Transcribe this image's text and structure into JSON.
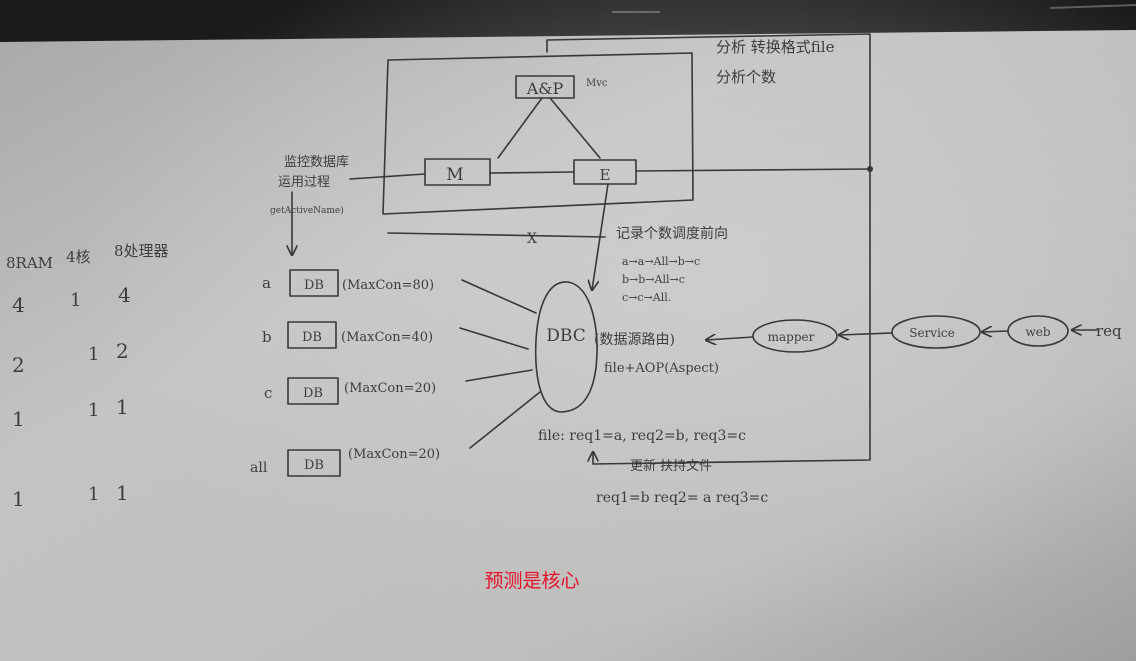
{
  "diagram": {
    "top_node": {
      "label": "A&P",
      "annotation": "Mvc"
    },
    "left_node": {
      "label": "M"
    },
    "right_node": {
      "label": "E"
    },
    "top_right_note": [
      "分析 转换格式file",
      "分析个数"
    ],
    "left_note": [
      "监控数据库",
      "运用过程"
    ],
    "left_note_call": "getActiveName)",
    "mid_note": "记录个数调度前向",
    "rules": [
      "a→a→All→b→c",
      "b→b→All→c",
      "c→c→All."
    ],
    "cross_mark": "X",
    "databases": [
      {
        "name": "a",
        "label": "DB",
        "conn": "(MaxCon=80)"
      },
      {
        "name": "b",
        "label": "DB",
        "conn": "(MaxCon=40)"
      },
      {
        "name": "c",
        "label": "DB",
        "conn": "(MaxCon=20)"
      },
      {
        "name": "all",
        "label": "DB",
        "conn": "(MaxCon=20)"
      }
    ],
    "dbc": {
      "label": "DBC",
      "note": "(数据源路由)",
      "note2": "file+AOP(Aspect)"
    },
    "pipeline": [
      "mapper",
      "Service",
      "web"
    ],
    "request": "req",
    "file_line": "file: req1=a, req2=b, req3=c",
    "bottom_note": "更新 扶持文件",
    "req_line": "req1=b   req2= a   req3=c"
  },
  "table": {
    "headers": [
      "8RAM",
      "4核",
      "8处理器"
    ],
    "rows": [
      [
        "4",
        "1",
        "4"
      ],
      [
        "2",
        "1",
        "2"
      ],
      [
        "1",
        "1",
        "1"
      ],
      [
        "1",
        "1",
        "1"
      ]
    ]
  },
  "caption": "预测是核心"
}
